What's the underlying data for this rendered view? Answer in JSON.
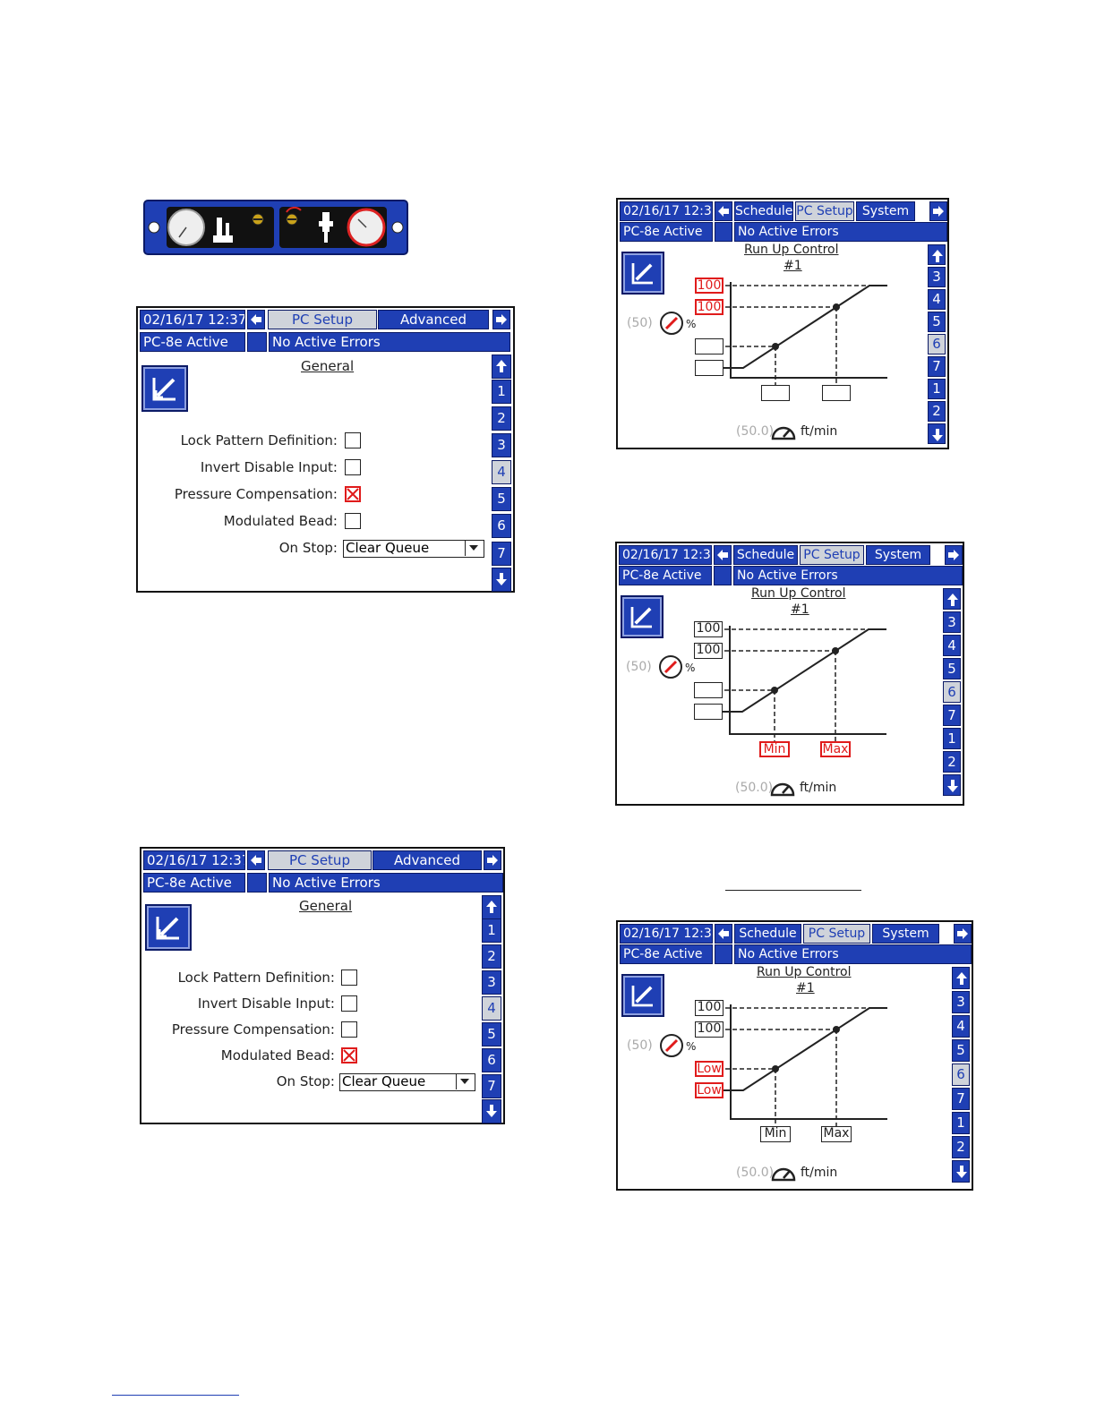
{
  "common": {
    "datetime": "02/16/17 12:37",
    "status": "PC-8e Active",
    "errors": "No Active Errors",
    "tab_pc_setup": "PC Setup",
    "tab_advanced": "Advanced",
    "tab_schedule": "Schedule",
    "tab_system": "System"
  },
  "general": {
    "title": "General",
    "lock_pattern": "Lock Pattern Definition:",
    "invert_disable": "Invert Disable Input:",
    "pressure_comp": "Pressure Compensation:",
    "modulated_bead": "Modulated Bead:",
    "on_stop": "On Stop:",
    "on_stop_value": "Clear Queue",
    "side_buttons": [
      "1",
      "2",
      "3",
      "4",
      "5",
      "6",
      "7"
    ],
    "selected_page": "4"
  },
  "screen_a": {
    "pressure_compensation_checked": true,
    "modulated_bead_checked": false
  },
  "screen_b": {
    "pressure_compensation_checked": false,
    "modulated_bead_checked": true
  },
  "runup": {
    "title": "Run Up Control",
    "number": "#1",
    "value_100": "100",
    "grey_percent": "(50)",
    "percent_unit": "%",
    "grey_speed": "(50.0)",
    "speed_unit": "ft/min",
    "min_label": "Min",
    "max_label": "Max",
    "low_label": "Low",
    "side_buttons": [
      "3",
      "4",
      "5",
      "6",
      "7",
      "1",
      "2"
    ],
    "selected_page": "6"
  },
  "colors": {
    "screen_blue": "#1f3fb4",
    "error_red": "#e01b1b",
    "selected_grey": "#cfd3da"
  },
  "icons": [
    "gauge-icon",
    "dispense-valve-icon",
    "arrow-left-icon",
    "arrow-right-icon",
    "arrow-up-icon",
    "arrow-down-icon",
    "setup-mode-icon",
    "pressure-gauge-icon",
    "speedometer-icon",
    "dropdown-arrow-icon"
  ]
}
